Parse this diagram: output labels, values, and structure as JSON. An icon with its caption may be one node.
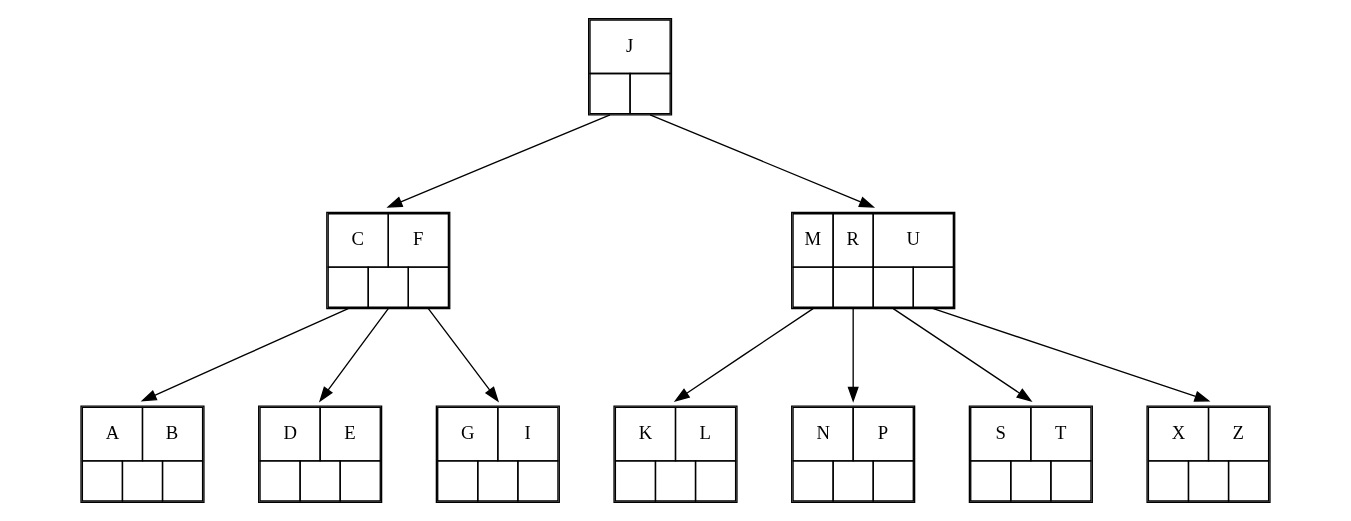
{
  "diagram": {
    "nodes": [
      {
        "text": [
          "J"
        ]
      },
      {
        "text": [
          "C",
          "F"
        ]
      },
      {
        "text": [
          "M",
          "R",
          "U"
        ]
      },
      {
        "text": [
          "A",
          "B"
        ]
      },
      {
        "text": [
          "D",
          "E"
        ]
      },
      {
        "text": [
          "G",
          "I"
        ]
      },
      {
        "text": [
          "K",
          "L"
        ]
      },
      {
        "text": [
          "N",
          "P"
        ]
      },
      {
        "text": [
          "S",
          "T"
        ]
      },
      {
        "text": [
          "X",
          "Z"
        ]
      }
    ],
    "edges": [
      {
        "from": 0,
        "to": 1,
        "arrow": "to"
      },
      {
        "from": 0,
        "to": 2,
        "arrow": "to"
      },
      {
        "from": 1,
        "to": 3,
        "arrow": "to"
      },
      {
        "from": 1,
        "to": 4,
        "arrow": "to"
      },
      {
        "from": 1,
        "to": 5,
        "arrow": "to"
      },
      {
        "from": 2,
        "to": 6,
        "arrow": "to"
      },
      {
        "from": 2,
        "to": 7,
        "arrow": "to"
      },
      {
        "from": 2,
        "to": 8,
        "arrow": "to"
      },
      {
        "from": 2,
        "to": 9,
        "arrow": "to"
      }
    ]
  }
}
